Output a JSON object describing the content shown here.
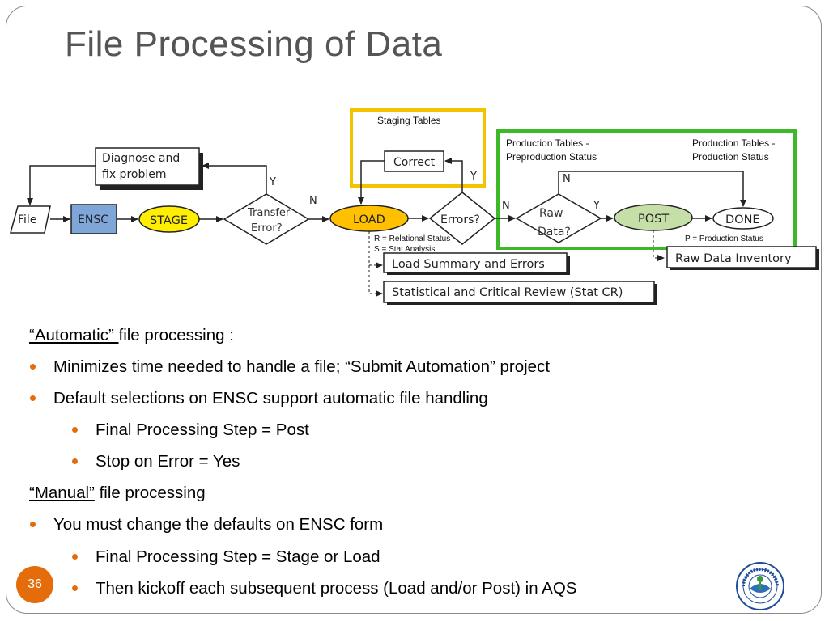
{
  "slide": {
    "title": "File Processing of Data",
    "page_number": "36"
  },
  "diagram": {
    "staging_label": "Staging Tables",
    "prod_pre_label_1": "Production Tables -",
    "prod_pre_label_2": "Preproduction Status",
    "prod_label_1": "Production Tables -",
    "prod_label_2": "Production Status",
    "diagnose_1": "Diagnose and",
    "diagnose_2": "fix problem",
    "file": "File",
    "ensc": "ENSC",
    "stage": "STAGE",
    "transfer_1": "Transfer",
    "transfer_2": "Error?",
    "load": "LOAD",
    "correct": "Correct",
    "errors": "Errors?",
    "raw_1": "Raw",
    "raw_2": "Data?",
    "post": "POST",
    "done": "DONE",
    "y1": "Y",
    "n1": "N",
    "y2": "Y",
    "n2": "N",
    "y3": "Y",
    "n3": "N",
    "r_note": "R = Relational Status",
    "s_note": "S = Stat Analysis",
    "p_note": "P = Production Status",
    "load_summary": "Load Summary and Errors",
    "stat_cr": "Statistical and Critical Review (Stat CR)",
    "raw_inventory": "Raw Data Inventory"
  },
  "content": {
    "auto_heading_u": "“Automatic” ",
    "auto_heading_rest": "file processing :",
    "auto_b1": "Minimizes time needed to handle a file; “Submit Automation” project",
    "auto_b2": "Default selections on ENSC support automatic file handling",
    "auto_b2a": "Final Processing Step = Post",
    "auto_b2b": "Stop on Error = Yes",
    "manual_heading_u": "“Manual”",
    "manual_heading_rest": " file processing",
    "manual_b1": "You must change the defaults on ENSC form",
    "manual_b1a": "Final Processing Step = Stage or Load",
    "manual_b1b": "Then kickoff each subsequent process (Load and/or Post) in AQS"
  },
  "colors": {
    "accent": "#e46c0a",
    "staging_border": "#f5c200",
    "production_border": "#3cb829",
    "ensc_fill": "#7ea6d9",
    "stage_fill": "#ffee00",
    "load_fill": "#ffc000",
    "post_fill": "#c6dfa8"
  }
}
